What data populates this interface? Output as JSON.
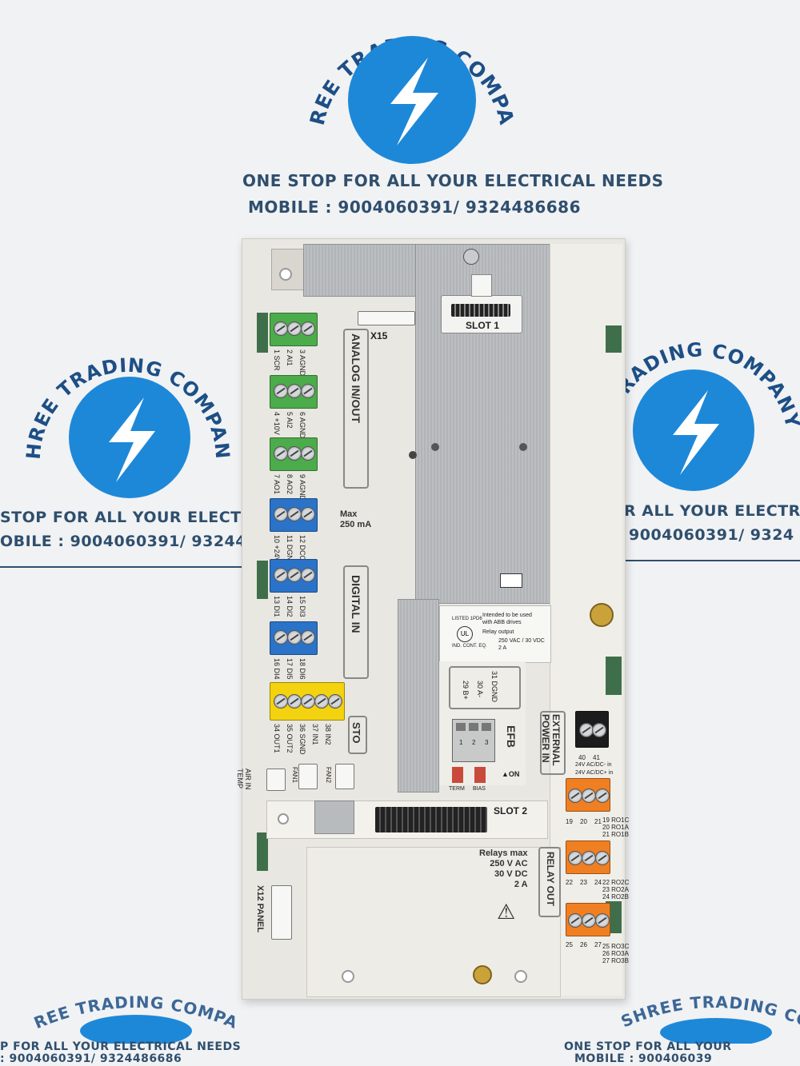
{
  "watermark": {
    "company": "SHREE TRADING COMPANY",
    "tagline": "ONE STOP FOR ALL YOUR ELECTRICAL NEEDS",
    "mobile": "MOBILE : 9004060391/ 9324486686",
    "left_tagline_crop": "STOP FOR ALL YOUR ELECTRICAL",
    "left_mobile_crop": "OBILE : 9004060391/ 93244",
    "right_tagline_crop": "R ALL YOUR ELECTRICA",
    "right_mobile_crop": "9004060391/ 9324",
    "bottom_left_tagline": "P FOR ALL YOUR ELECTRICAL NEEDS",
    "bottom_left_mobile": ": 9004060391/ 9324486686",
    "bottom_right_tagline": "ONE STOP FOR ALL YOUR",
    "bottom_right_mobile": "MOBILE : 900406039",
    "right_company_crop": "RADING COMPANY",
    "bottom_right_company_crop": "SHREE TRADING COMPA",
    "colors": {
      "logo_blue": "#1e88d8",
      "text_navy": "#2f4f6d"
    }
  },
  "board": {
    "x15": "X15",
    "slot1": "SLOT 1",
    "slot2": "SLOT 2",
    "analog": "ANALOG IN/OUT",
    "digital": "DIGITAL IN",
    "max_current": "Max\n250 mA",
    "sto": "STO",
    "efb": "EFB",
    "on": "▲ON",
    "external_power": "EXTERNAL\nPOWER IN",
    "relay_out": "RELAY OUT",
    "x12_panel": "X12 PANEL",
    "relays_max": "Relays max\n250 V AC\n30 V DC\n2 A",
    "ul_text": "LISTED 1PD6",
    "intended": "Intended to be used\nwith ABB drives",
    "relay_output": "Relay output",
    "relay_spec": "250 VAC / 30 VDC\n2 A",
    "ind_cont": "IND. CONT. EQ.",
    "air_in_temp": "AIR IN\nTEMP",
    "fan1": "FAN1",
    "fan2": "FAN2",
    "term": "TERM",
    "bias": "BIAS",
    "efb_pins": [
      "1",
      "2",
      "3"
    ],
    "efb_bus": [
      "29 B+",
      "30 A-",
      "31 DGND"
    ],
    "ext_pins": [
      "40",
      "41"
    ],
    "ext_desc": [
      "24V AC/DC- in",
      "24V AC/DC+ in"
    ],
    "analog_pins_1": [
      "1 SCR",
      "2 AI1",
      "3 AGND"
    ],
    "analog_pins_2": [
      "4 +10V",
      "5 AI2",
      "6 AGND"
    ],
    "analog_pins_3": [
      "7 AO1",
      "8 AO2",
      "9 AGND"
    ],
    "digital_pins_1": [
      "10 +24V",
      "11 DGND",
      "12 DCOM"
    ],
    "digital_pins_2": [
      "13 DI1",
      "14 DI2",
      "15 DI3"
    ],
    "digital_pins_3": [
      "16 DI4",
      "17 DI5",
      "18 DI6"
    ],
    "sto_pins": [
      "34 OUT1",
      "35 OUT2",
      "36 SGND",
      "37 IN1",
      "38 IN2"
    ],
    "relay1_nums": [
      "19",
      "20",
      "21"
    ],
    "relay1_labels": [
      "19 RO1C",
      "20 RO1A",
      "21 RO1B"
    ],
    "relay2_nums": [
      "22",
      "23",
      "24"
    ],
    "relay2_labels": [
      "22 RO2C",
      "23 RO2A",
      "24 RO2B"
    ],
    "relay3_nums": [
      "25",
      "26",
      "27"
    ],
    "relay3_labels": [
      "25 RO3C",
      "26 RO3A",
      "27 RO3B"
    ],
    "colors": {
      "analog_green": "#4cab4a",
      "digital_blue": "#2a73c9",
      "sto_yellow": "#f3d20f",
      "relay_orange": "#f07f22",
      "ext_black": "#1c1c1c"
    }
  }
}
